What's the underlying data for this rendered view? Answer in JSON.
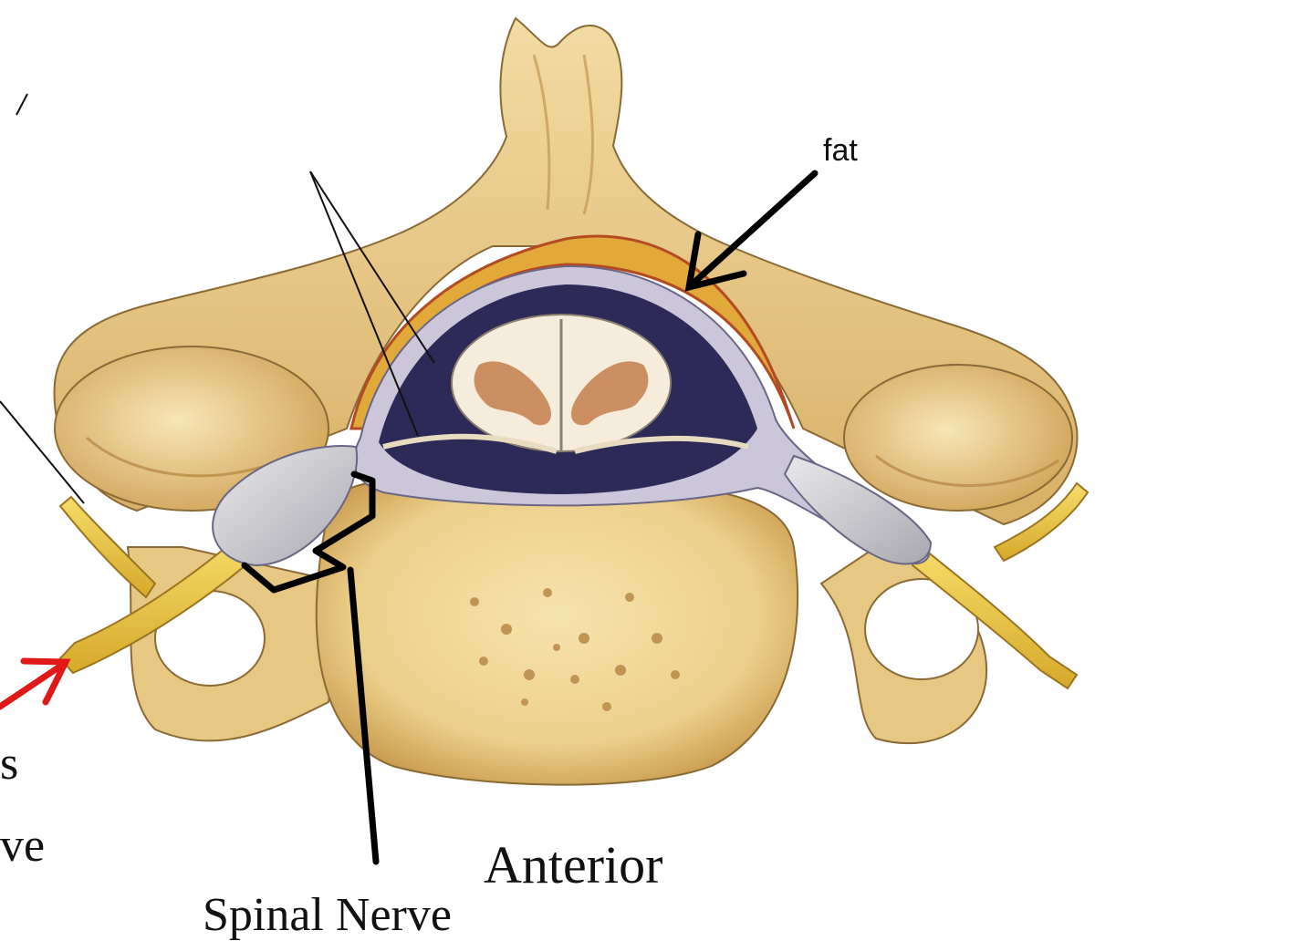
{
  "labels": {
    "fat": "fat",
    "anterior": "Anterior",
    "spinal_nerve": "Spinal Nerve",
    "fragment_s": "s",
    "fragment_ve": "ve"
  },
  "colors": {
    "bone": "#f0d79a",
    "bone_shadow": "#c79a4e",
    "bone_outline": "#8a6a35",
    "nerve": "#e8c440",
    "dura": "#c9c4d8",
    "csf_space": "#2e2a57",
    "white_matter": "#f5ecdc",
    "grey_matter": "#c98a5a",
    "epidural_fat": "#e0a93a",
    "pointer_black": "#000000",
    "pointer_red": "#e01818"
  }
}
